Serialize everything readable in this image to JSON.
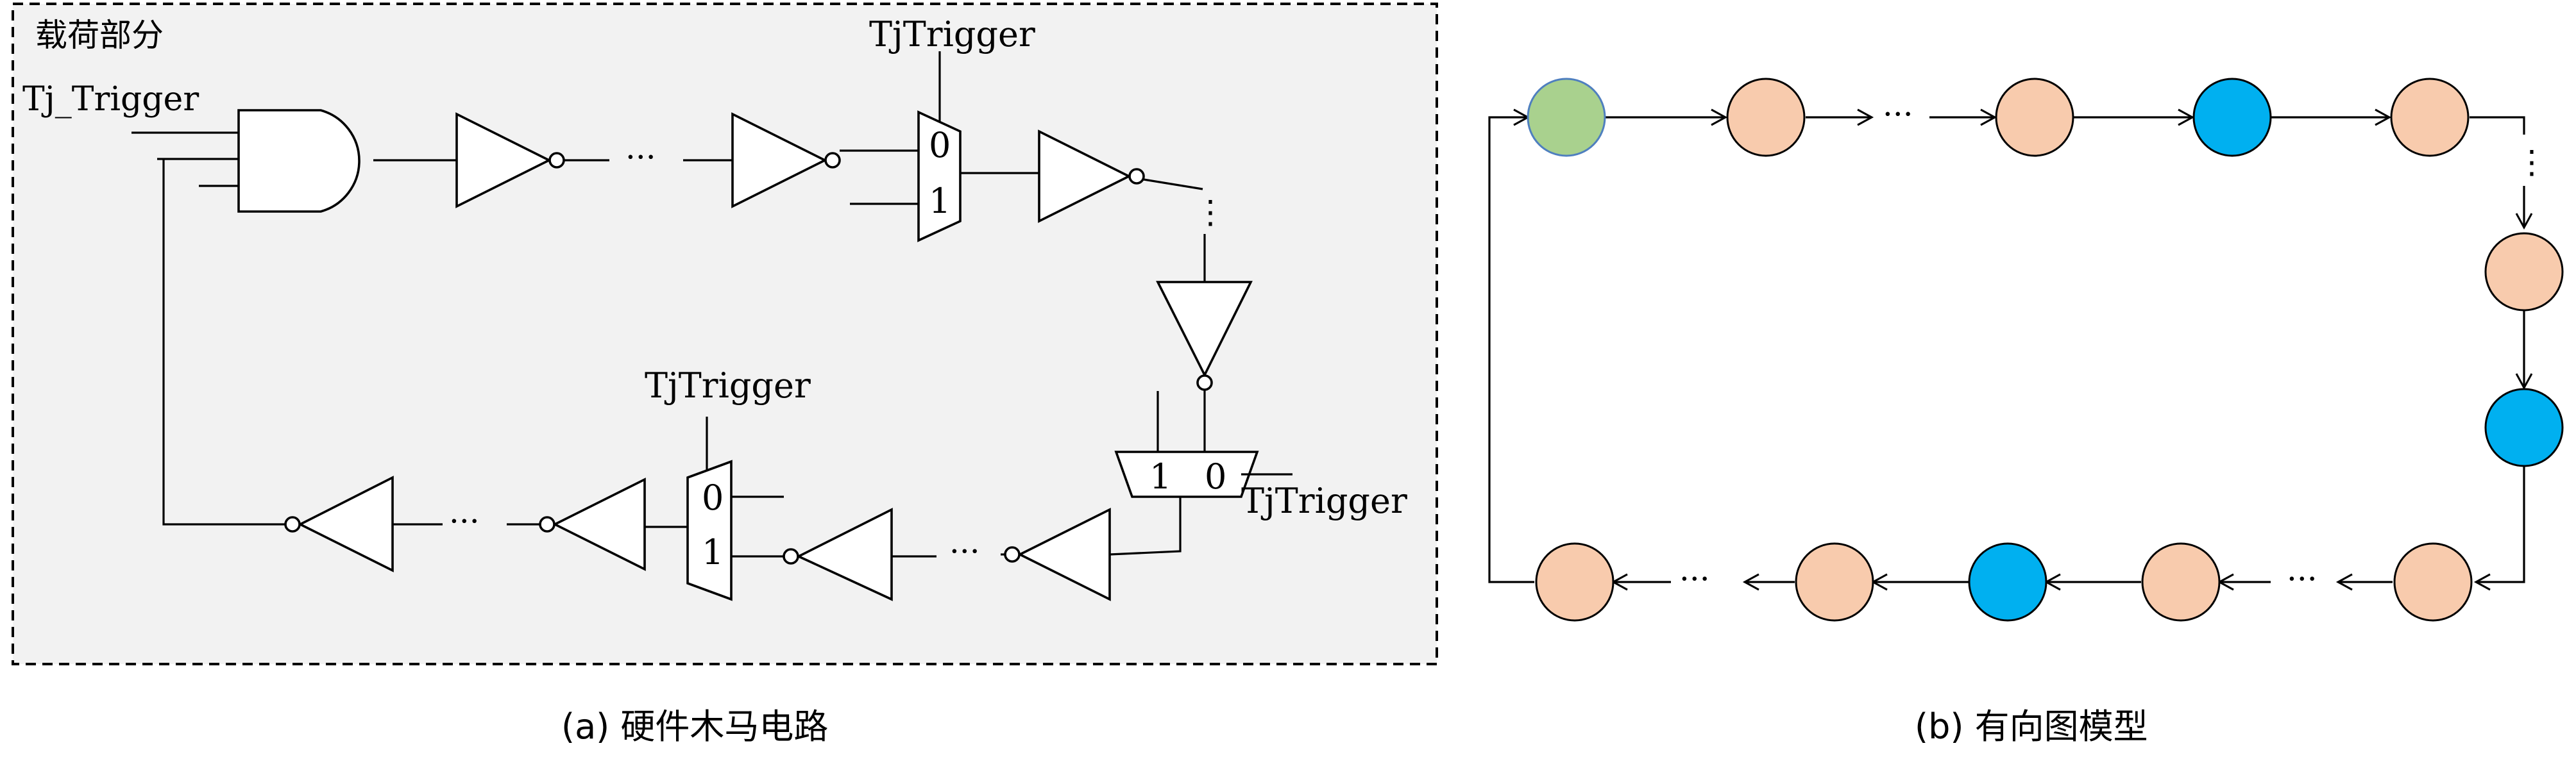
{
  "panel_a": {
    "region_label": "载荷部分",
    "input_label": "Tj_Trigger",
    "mux_select_label": "TjTrigger",
    "mux_in0": "0",
    "mux_in1": "1",
    "ellipsis": "···",
    "vertical_ellipsis": "⋮",
    "caption": "(a) 硬件木马电路"
  },
  "panel_b": {
    "caption": "(b) 有向图模型",
    "ellipsis": "···",
    "vertical_ellipsis": "⋮",
    "node_colors": {
      "start": "#a9d18e",
      "normal": "#f8cbad",
      "trojan": "#00b0f0"
    }
  }
}
